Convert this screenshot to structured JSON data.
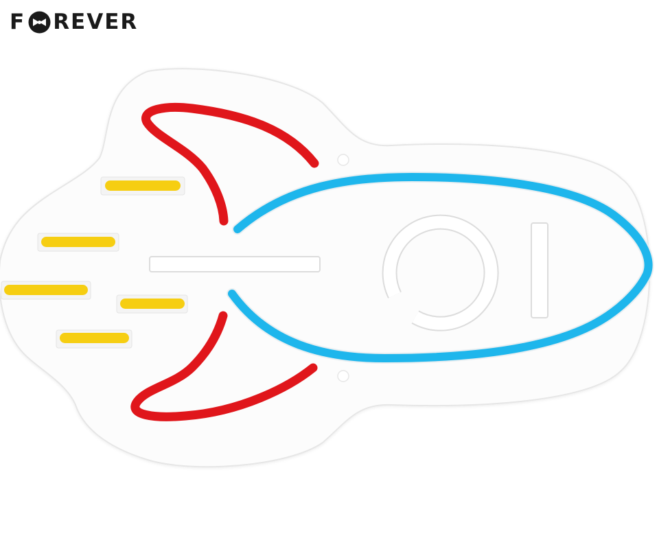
{
  "brand": {
    "prefix": "F",
    "suffix": "REVER",
    "logo_icon": "bowtie-o-icon",
    "text_color": "#1a1a1a"
  },
  "product": {
    "shape": "rocket-neon-sign",
    "colors": {
      "backplate": "#fcfcfc",
      "backplate_edge": "#e6e6e6",
      "body": "#1eb6ec",
      "fins": "#e0161b",
      "flames": "#f6ce12",
      "unlit_tube": "#ffffff",
      "tube_edge": "#dcdcdc"
    },
    "flame_count": 5,
    "fin_count": 2
  }
}
